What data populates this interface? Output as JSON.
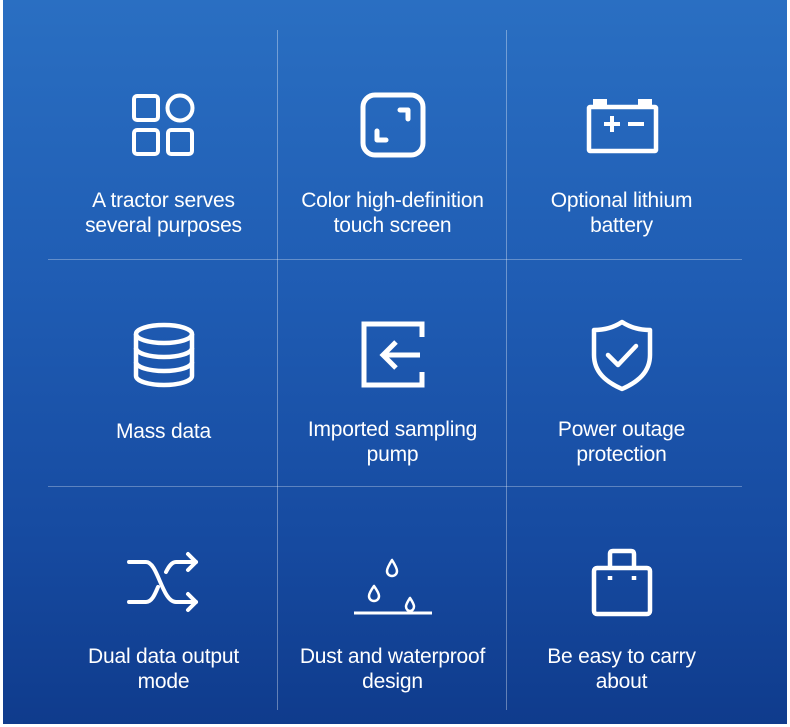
{
  "features": [
    {
      "label": "A tractor serves\nseveral purposes",
      "icon": "grid-apps-icon"
    },
    {
      "label": "Color high-definition\ntouch screen",
      "icon": "touch-screen-icon"
    },
    {
      "label": "Optional lithium\nbattery",
      "icon": "battery-icon"
    },
    {
      "label": "Mass data",
      "icon": "database-icon"
    },
    {
      "label": "Imported sampling\npump",
      "icon": "import-arrow-icon"
    },
    {
      "label": "Power outage\nprotection",
      "icon": "shield-check-icon"
    },
    {
      "label": "Dual data output\nmode",
      "icon": "shuffle-icon"
    },
    {
      "label": "Dust and waterproof\ndesign",
      "icon": "water-drops-icon"
    },
    {
      "label": "Be easy to carry\nabout",
      "icon": "shopping-bag-icon"
    }
  ],
  "colors": {
    "background_top": "#2a6fc2",
    "background_bottom": "#0f3b8c",
    "foreground": "#ffffff"
  }
}
